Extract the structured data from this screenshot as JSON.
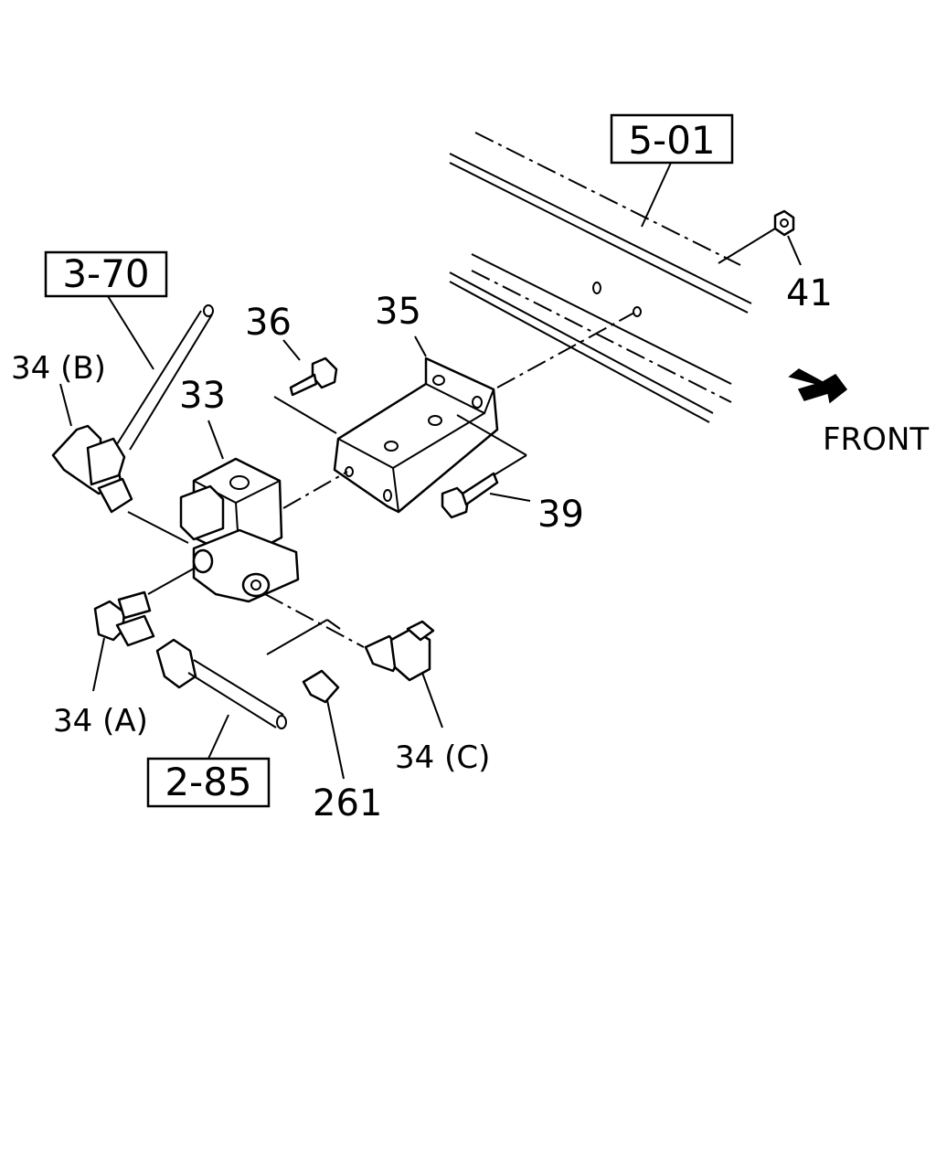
{
  "references": {
    "r501": "5-01",
    "r370": "3-70",
    "r285": "2-85"
  },
  "parts": {
    "p41": "41",
    "p36": "36",
    "p35": "35",
    "p33": "33",
    "p34b": "34 (B)",
    "p39": "39",
    "p34a": "34 (A)",
    "p34c": "34 (C)",
    "p261": "261"
  },
  "direction": {
    "label": "FRONT",
    "icon": "arrow-right-down-icon"
  }
}
